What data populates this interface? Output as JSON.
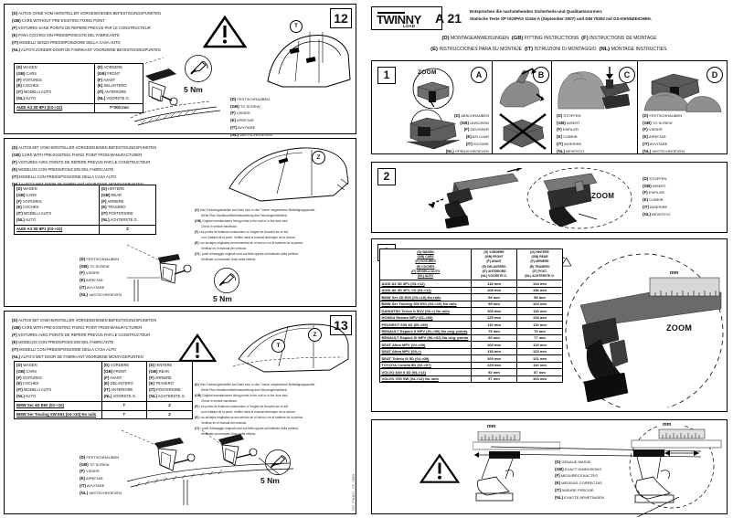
{
  "brand": {
    "name": "TWINNY",
    "sub": "LOAD",
    "model": "A 21"
  },
  "header": {
    "norm_line1": "Entsprechen die nachstehenden Sicherheits-und Qualitaetsnormen:",
    "norm_line2": "Statische Teste XP ISO/PAS 11154-A (September 2007) und DIN 75302 mit GS-KENNZEICHEN.",
    "lang_line1": [
      {
        "code": "(D)",
        "text": "MONTAGEANWEISUNGEN"
      },
      {
        "code": "(GB)",
        "text": "FITTING INSTRUCTIONS"
      },
      {
        "code": "(F)",
        "text": "INSTRUCTIONS DE MONTAGE"
      }
    ],
    "lang_line2": [
      {
        "code": "(E)",
        "text": "INSTRUCCIONES PARA SU MONTAJE"
      },
      {
        "code": "(IT)",
        "text": "ISTRUZIONI DI MONTAGGIO"
      },
      {
        "code": "(NL)",
        "text": "MONTAGE INSTRUCTIES."
      }
    ]
  },
  "panel12": {
    "number": "12",
    "heading": [
      {
        "code": "(D)",
        "text": "AUTOS OHNE VOM HERSTELLER VORGESEHENEN BEFESTIGUNGSPUNKTEN"
      },
      {
        "code": "(GB)",
        "text": "CARS WITHOUT PRE-EXISTING FIXING POINT"
      },
      {
        "code": "(F)",
        "text": "VOITURES SANS POINTS DE REPERE PREVUS PAR LE CONSTRUCTEUR"
      },
      {
        "code": "(E)",
        "text": "PARA COCHES SIN PREDISPOSICION DEL FABRICANTE"
      },
      {
        "code": "(IT)",
        "text": "MODELLI SENZA PREDISPOSIZIONE DELLA CASA AUTO"
      },
      {
        "code": "(NL)",
        "text": "AUTO'S ZONDER DOOR DE FABRIKANT VOORZIENE BEVESTIGINGSPUNTEN"
      }
    ],
    "col_cars": [
      {
        "code": "(D)",
        "text": "WAGEN"
      },
      {
        "code": "(GB)",
        "text": "CARS"
      },
      {
        "code": "(F)",
        "text": "VOITURES"
      },
      {
        "code": "(E)",
        "text": "COCHES"
      },
      {
        "code": "(IT)",
        "text": "MODELLI AUTO"
      },
      {
        "code": "(NL)",
        "text": "AUTO"
      }
    ],
    "col_front": [
      {
        "code": "(D)",
        "text": "VORDERE"
      },
      {
        "code": "(GB)",
        "text": "FRONT"
      },
      {
        "code": "(F)",
        "text": "AVANT"
      },
      {
        "code": "(E)",
        "text": "DELANTERO"
      },
      {
        "code": "(IT)",
        "text": "ANTERIORE"
      },
      {
        "code": "(NL)",
        "text": "VOORSTE G."
      }
    ],
    "row_model": "AUDI A3 3D 8P1 (03->12)",
    "row_value": "T=300 mm",
    "torque": "5 Nm",
    "marker_t": "T",
    "screw": [
      {
        "code": "(D)",
        "text": "FESTSCHRAUBEN"
      },
      {
        "code": "(GB)",
        "text": "TO SCREW"
      },
      {
        "code": "(F)",
        "text": "VISSER"
      },
      {
        "code": "(E)",
        "text": "APRETAR"
      },
      {
        "code": "(IT)",
        "text": "AVVITARE"
      },
      {
        "code": "(NL)",
        "text": "VASTSCHROEVEN"
      }
    ]
  },
  "panelmid": {
    "heading": [
      {
        "code": "(D)",
        "text": "AUTOS MIT VOM HERSTELLER VORGESEHENEN BEFESTIGUNGSPUNKTEN"
      },
      {
        "code": "(GB)",
        "text": "CARS WITH PRE-EXISTING FIXING POINT FROM MANUFACTURER"
      },
      {
        "code": "(F)",
        "text": "VOITURES AVEC POINTS DE REPERE PREVUS PAR LE CONSTRUCTEUR"
      },
      {
        "code": "(E)",
        "text": "MODELOS CON PREDISPOSICION DEL FABRICANTE"
      },
      {
        "code": "(IT)",
        "text": "MODELLI CON PREDISPOSIZIONE DELLA CASA AUTO"
      },
      {
        "code": "(NL)",
        "text": "AUTO'S MET DOOR DE FABRIKANT VOORZIENE MONTAGEPUNTEN"
      }
    ],
    "col_cars": [
      {
        "code": "(D)",
        "text": "WAGEN"
      },
      {
        "code": "(GB)",
        "text": "CARS"
      },
      {
        "code": "(F)",
        "text": "VOITURES"
      },
      {
        "code": "(E)",
        "text": "COCHES"
      },
      {
        "code": "(IT)",
        "text": "MODELLI AUTO"
      },
      {
        "code": "(NL)",
        "text": "AUTO"
      }
    ],
    "col_rear": [
      {
        "code": "(D)",
        "text": "HINTERE"
      },
      {
        "code": "(GB)",
        "text": "REAR"
      },
      {
        "code": "(F)",
        "text": "ARRIERE"
      },
      {
        "code": "(E)",
        "text": "TRASERO"
      },
      {
        "code": "(IT)",
        "text": "POSTERIORE"
      },
      {
        "code": "(NL)",
        "text": "ACHTERSTE G."
      }
    ],
    "row_model": "AUDI A3 3D 8P1 (03->12)",
    "row_value": "Z",
    "marker_z": "Z",
    "torque": "5 Nm",
    "screw": [
      {
        "code": "(D)",
        "text": "FESTSCHRAUBEN"
      },
      {
        "code": "(GB)",
        "text": "TO SCREW"
      },
      {
        "code": "(F)",
        "text": "VISSER"
      },
      {
        "code": "(E)",
        "text": "APRETAR"
      },
      {
        "code": "(IT)",
        "text": "AVVITARE"
      },
      {
        "code": "(NL)",
        "text": "VASTSCHROEVEN"
      }
    ],
    "notes": [
      {
        "code": "(D)",
        "l1": "Vom Fahrzeughersteller am Dach bzw. in den Tueren vorgesehene Befestigungspunkte.",
        "l2": "Siehe Plan Handbuch/Betriebsanleitung des Fahrzeugherstellers!"
      },
      {
        "code": "(GB)",
        "l1": "Original manufacturers fixing points in the roof or in the door sled.",
        "l2": "Check in vehicle handbook."
      },
      {
        "code": "(F)",
        "l1": "Les points de fixations constructeur a l'origine se trouvent sur le toit",
        "l2": "ou le battant de la porte. Verifier dans le manual technique de la voiture."
      },
      {
        "code": "(E)",
        "l1": "Los anclajes originales se encuentran en el techo o en el batiente de la puerta.",
        "l2": "Verificar en el manual del vehiculo."
      },
      {
        "code": "(IT)",
        "l1": "I punti di fissaggio originali sono sul tetto oppure sul battente della portiera.",
        "l2": "Verificate sul manuale d'uso della vettura."
      }
    ]
  },
  "panel13": {
    "number": "13",
    "heading": [
      {
        "code": "(D)",
        "text": "AUTOS MIT VOM HERSTELLER VORGESEHENEN BEFESTIGUNGSPUNKTEN"
      },
      {
        "code": "(GB)",
        "text": "CARS WITH PRE-EXISTING FIXING POINT FROM MANUFACTURER"
      },
      {
        "code": "(F)",
        "text": "VOITURES AVEC POINTS DE REPERE PREVUS PAR LE CONSTRUCTEUR"
      },
      {
        "code": "(E)",
        "text": "MODELOS CON PREDISPOSICION DEL FABRICANTE"
      },
      {
        "code": "(IT)",
        "text": "MODELLI CON PREDISPOSIZIONE DELLA CASA AUTO"
      },
      {
        "code": "(NL)",
        "text": "AUTO'S MET DOOR DE FABRIKANT VOORZIENE MONTAGEPUNTEN"
      }
    ],
    "col_cars": [
      {
        "code": "(D)",
        "text": "WAGEN"
      },
      {
        "code": "(GB)",
        "text": "CARS"
      },
      {
        "code": "(F)",
        "text": "VOITURES"
      },
      {
        "code": "(E)",
        "text": "COCHES"
      },
      {
        "code": "(IT)",
        "text": "MODELLI AUTO"
      },
      {
        "code": "(NL)",
        "text": "AUTO"
      }
    ],
    "col_front": [
      {
        "code": "(D)",
        "text": "VORDERE"
      },
      {
        "code": "(GB)",
        "text": "FRONT"
      },
      {
        "code": "(F)",
        "text": "AVANT"
      },
      {
        "code": "(E)",
        "text": "DELANTERO"
      },
      {
        "code": "(IT)",
        "text": "ANTERIORE"
      },
      {
        "code": "(NL)",
        "text": "VOORSTE G."
      }
    ],
    "col_rear": [
      {
        "code": "(D)",
        "text": "HINTERE"
      },
      {
        "code": "(GB)",
        "text": "REAR"
      },
      {
        "code": "(F)",
        "text": "ARRIERE"
      },
      {
        "code": "(E)",
        "text": "TRASERO"
      },
      {
        "code": "(IT)",
        "text": "POSTERIORE"
      },
      {
        "code": "(NL)",
        "text": "ACHTERSTE G."
      }
    ],
    "rows": [
      {
        "model": "BMW Ser 4D E60 (03->10)",
        "front": "T",
        "rear": "Z"
      },
      {
        "model": "BMW Ser Touring SW E61 (04->10) No rails",
        "front": "T",
        "rear": "Z"
      }
    ],
    "marker_t": "T",
    "marker_z": "Z",
    "torque": "5 Nm",
    "screw": [
      {
        "code": "(D)",
        "text": "FESTSCHRAUBEN"
      },
      {
        "code": "(GB)",
        "text": "TO SCREW"
      },
      {
        "code": "(F)",
        "text": "VISSER"
      },
      {
        "code": "(E)",
        "text": "APRETAR"
      },
      {
        "code": "(IT)",
        "text": "AVVITARE"
      },
      {
        "code": "(NL)",
        "text": "VASTSCHROEVEN"
      }
    ],
    "notes": [
      {
        "code": "(D)",
        "l1": "Vom Fahrzeughersteller am Dach bzw. in den Tueren vorgesehene Befestigungspunkte.",
        "l2": "Siehe Plan Handbuch/Betriebsanleitung des Fahrzeugherstellers!"
      },
      {
        "code": "(GB)",
        "l1": "Original manufacturers fixing points in the roof or in the door sled.",
        "l2": "Check in vehicle handbook."
      },
      {
        "code": "(F)",
        "l1": "Les points de fixations constructeur a l'origine se trouvent sur le toit",
        "l2": "ou le battant de la porte. Verifier dans le manual technique de la voiture."
      },
      {
        "code": "(E)",
        "l1": "Los anclajes originales se encuentran en el techo o en el batiente de la puerta.",
        "l2": "Verificar en el manual del vehiculo."
      },
      {
        "code": "(IT)",
        "l1": "I punti di fissaggio originali sono sul tetto oppure sul battente della portiera.",
        "l2": "Verificate sul manuale d'uso della vettura."
      }
    ]
  },
  "step1": {
    "number": "1",
    "zoom_label": "ZOOM",
    "sub_a": {
      "letter": "A",
      "actions": [
        {
          "code": "(D)",
          "text": "ABSCHRAUBEN"
        },
        {
          "code": "(GB)",
          "text": "UNSCREW"
        },
        {
          "code": "(F)",
          "text": "DEVISSER"
        },
        {
          "code": "(E)",
          "text": "AFLOJAR"
        },
        {
          "code": "(IT)",
          "text": "SVITARE"
        },
        {
          "code": "(NL)",
          "text": "OPENSCHROEVEN"
        }
      ]
    },
    "sub_b": {
      "letter": "B"
    },
    "sub_c": {
      "letter": "C",
      "actions": [
        {
          "code": "(D)",
          "text": "STOPFEN"
        },
        {
          "code": "(GB)",
          "text": "INSERT"
        },
        {
          "code": "(F)",
          "text": "ENFILER"
        },
        {
          "code": "(E)",
          "text": "CUBRIR"
        },
        {
          "code": "(IT)",
          "text": "INSERIRE"
        },
        {
          "code": "(NL)",
          "text": "BEVESTIG"
        }
      ]
    },
    "sub_d": {
      "letter": "D",
      "actions": [
        {
          "code": "(D)",
          "text": "FESTSCHRAUBEN"
        },
        {
          "code": "(GB)",
          "text": "TO SCREW"
        },
        {
          "code": "(F)",
          "text": "VISSER"
        },
        {
          "code": "(E)",
          "text": "APRETAR"
        },
        {
          "code": "(IT)",
          "text": "AVVITARE"
        },
        {
          "code": "(NL)",
          "text": "VASTSCHROEVEN"
        }
      ]
    }
  },
  "step2": {
    "number": "2",
    "zoom_label": "ZOOM",
    "actions": [
      {
        "code": "(D)",
        "text": "STOPFEN"
      },
      {
        "code": "(GB)",
        "text": "INSERT"
      },
      {
        "code": "(F)",
        "text": "ENFILER"
      },
      {
        "code": "(E)",
        "text": "CUBRIR"
      },
      {
        "code": "(IT)",
        "text": "INSERIRE"
      },
      {
        "code": "(NL)",
        "text": "BEVESTIG"
      }
    ]
  },
  "step3": {
    "number": "3",
    "zoom_label": "ZOOM",
    "mm_label": "mm",
    "hdr_front": [
      {
        "code": "(D)",
        "text": "VORDERE"
      },
      {
        "code": "(GB)",
        "text": "FRONT"
      },
      {
        "code": "(F)",
        "text": "AVANT"
      },
      {
        "code": "(E)",
        "text": "DELANTERO"
      },
      {
        "code": "(IT)",
        "text": "ANTERIORE"
      },
      {
        "code": "(NL)",
        "text": "VOORSTE G."
      }
    ],
    "hdr_rear": [
      {
        "code": "(D)",
        "text": "HINTERE"
      },
      {
        "code": "(GB)",
        "text": "REAR"
      },
      {
        "code": "(F)",
        "text": "ARRIERE"
      },
      {
        "code": "(E)",
        "text": "TRASERO"
      },
      {
        "code": "(IT)",
        "text": "POST."
      },
      {
        "code": "(NL)",
        "text": "ACHTERSTE G."
      }
    ],
    "hdr_cars": [
      {
        "code": "(D)",
        "text": "WAGEN"
      },
      {
        "code": "(GB)",
        "text": "CARS"
      },
      {
        "code": "(F)",
        "text": "VOITURES"
      },
      {
        "code": "(E)",
        "text": "COCHES"
      },
      {
        "code": "(IT)",
        "text": "MODELLI AUTO"
      },
      {
        "code": "(NL)",
        "text": "AUTO"
      }
    ],
    "rows": [
      {
        "model": "AUDI A3 3D 8P1 (03->12)",
        "front": "118 mm",
        "rear": "144 mm"
      },
      {
        "model": "AUDI A6 4D 4F2, C6 (04->11)",
        "front": "108 mm",
        "rear": "156 mm"
      },
      {
        "model": "BMW Ser 4D E60 (03->10) No rails",
        "front": "98 mm",
        "rear": "98 mm"
      },
      {
        "model": "BMW Ser Touring SW E61 (04->10) No rails",
        "front": "99 mm",
        "rear": "103 mm"
      },
      {
        "model": "DAIHATSU Terios II SUV (06->) No rails",
        "front": "105 mm",
        "rear": "115 mm"
      },
      {
        "model": "HONDA Stream MPV (01->06)",
        "front": "125 mm",
        "rear": "133 mm"
      },
      {
        "model": "PEUGEOT 605 4D (60->99)",
        "front": "110 mm",
        "rear": "110 mm"
      },
      {
        "model": "RENAULT Espace II MPV (91->96) No orig. points",
        "front": "75 mm",
        "rear": "75 mm"
      },
      {
        "model": "RENAULT Espace III MPV (96->02) No orig. points",
        "front": "69 mm",
        "rear": "77 mm"
      },
      {
        "model": "SEAT Altea MPV (04->09)",
        "front": "109 mm",
        "rear": "119 mm"
      },
      {
        "model": "SEAT Altea MPV (09->)",
        "front": "118 mm",
        "rear": "123 mm"
      },
      {
        "model": "SEAT Toledo III 5D (04->09)",
        "front": "109 mm",
        "rear": "121 mm"
      },
      {
        "model": "TOYOTA Corolla 5D (02->07)",
        "front": "125 mm",
        "rear": "110 mm"
      },
      {
        "model": "VOLVO S40 II 4D (04->12)",
        "front": "92 mm",
        "rear": "87 mm"
      },
      {
        "model": "VOLVO V50 SW (04->12) No rails",
        "front": "97 mm",
        "rear": "103 mm"
      }
    ]
  },
  "step4": {
    "mm_label": "mm",
    "actions": [
      {
        "code": "(D)",
        "text": "GENAUE MASSE"
      },
      {
        "code": "(GB)",
        "text": "EXACT DIMENSIONS"
      },
      {
        "code": "(F)",
        "text": "MESURES EXACTES"
      },
      {
        "code": "(E)",
        "text": "MEDIDAS CORRECTAS"
      },
      {
        "code": "(IT)",
        "text": "MISURE PRECISE"
      },
      {
        "code": "(NL)",
        "text": "EXACTE AFMETINGEN"
      }
    ]
  },
  "footer": {
    "code": "IST_TWA21_03_1989"
  }
}
